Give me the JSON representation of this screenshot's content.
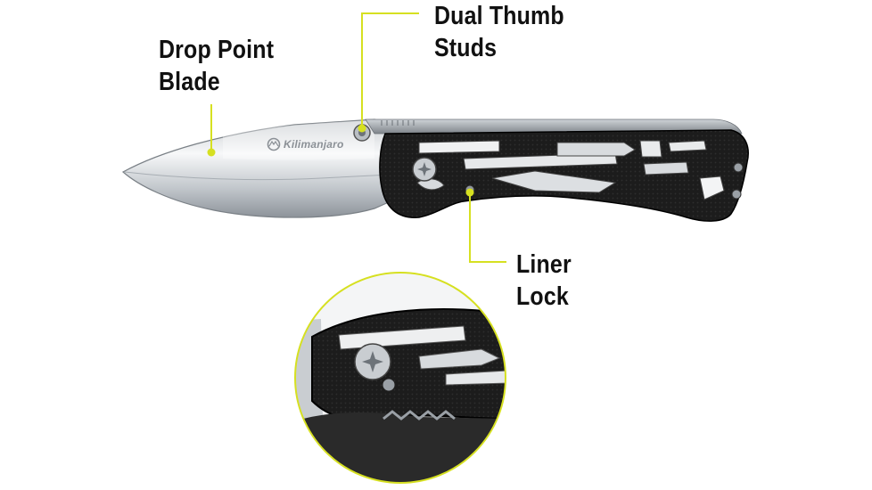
{
  "callouts": {
    "drop_point": {
      "line1": "Drop Point",
      "line2": "Blade"
    },
    "thumb_studs": {
      "line1": "Dual Thumb",
      "line2": "Studs"
    },
    "liner_lock": {
      "line1": "Liner",
      "line2": "Lock"
    }
  },
  "blade_logo_text": "Kilimanjaro",
  "colors": {
    "accent": "#d6e021",
    "label_text": "#111111",
    "handle": "#1b1b1b",
    "blade_light": "#f2f3f4",
    "blade_dark": "#9aa0a6"
  },
  "icons": [
    "kilimanjaro-logo-icon",
    "pivot-screw-icon",
    "thumb-stud-icon"
  ]
}
